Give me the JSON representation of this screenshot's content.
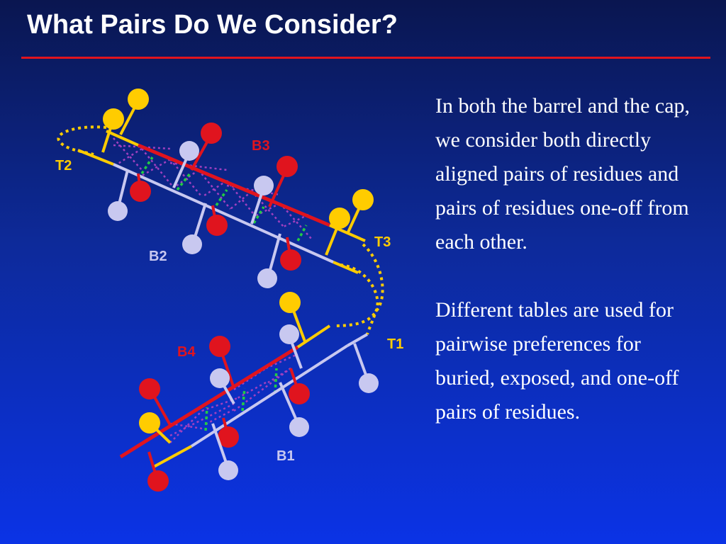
{
  "slide": {
    "title": "What Pairs Do We Consider?",
    "paragraphs": [
      "In both the barrel and the cap, we consider both directly aligned pairs of residues and pairs of residues one-off from each other.",
      "Different tables are used for pairwise preferences for buried, exposed, and one-off pairs of residues."
    ]
  },
  "diagram": {
    "labels": {
      "T2": "T2",
      "B3": "B3",
      "T3": "T3",
      "B2": "B2",
      "T1": "T1",
      "B4": "B4",
      "B1": "B1"
    }
  },
  "colors": {
    "accent_red": "#e0141e",
    "yellow": "#ffcc00",
    "lavender": "#c8c8f0",
    "green": "#22cc44",
    "purple": "#a040c0",
    "text": "#ffffff"
  }
}
